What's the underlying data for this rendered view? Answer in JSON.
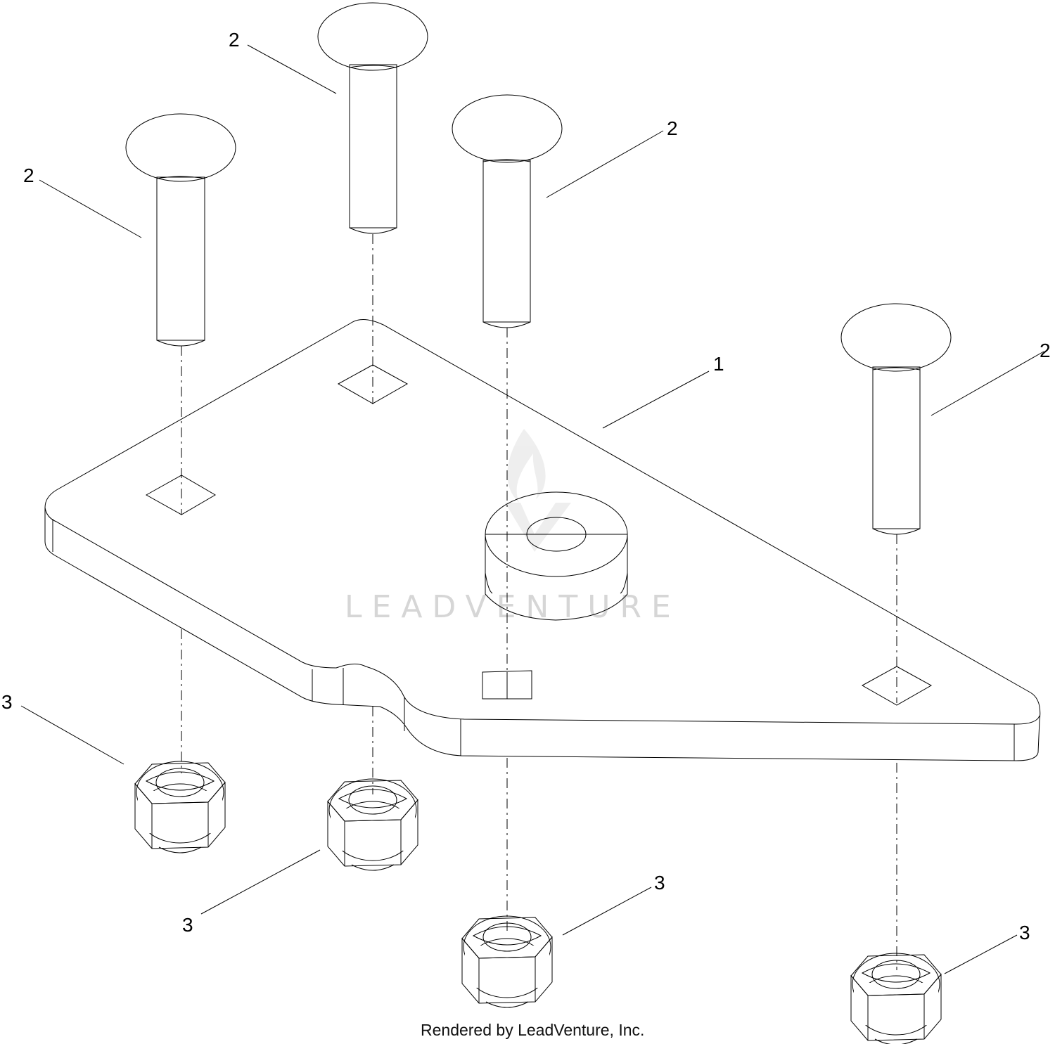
{
  "diagram": {
    "callouts": {
      "plate": "1",
      "carriage_bolt": "2",
      "lock_nut": "3"
    },
    "watermark_text": "LEADVENTURE",
    "credit_text": "Rendered by LeadVenture, Inc."
  }
}
